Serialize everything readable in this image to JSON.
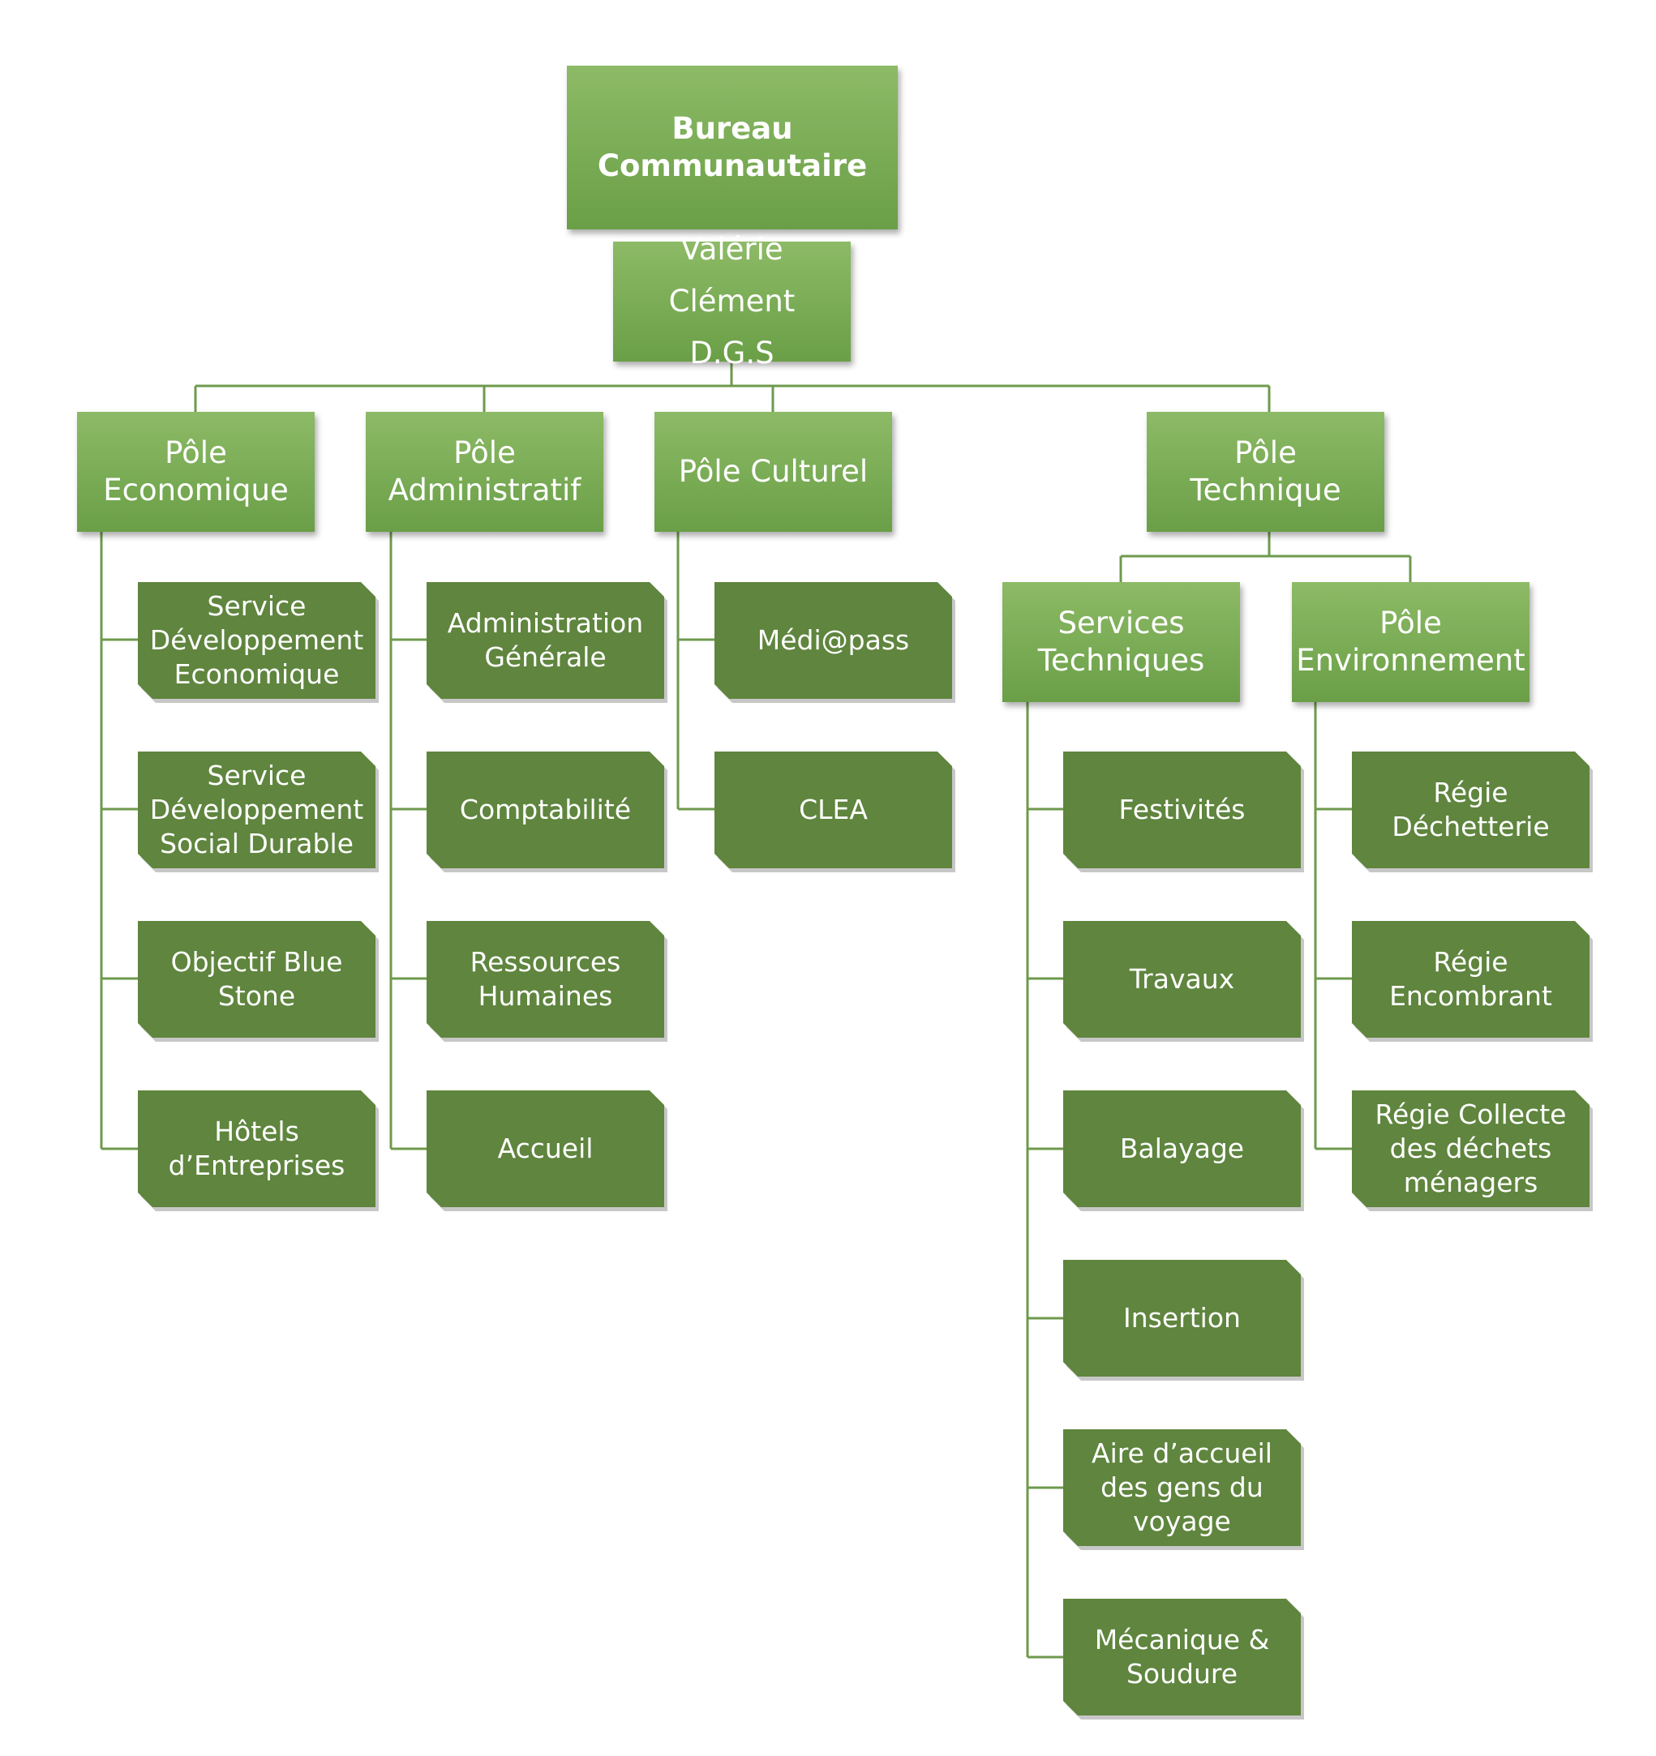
{
  "colors": {
    "light_box_top": "#8dba66",
    "light_box_bottom": "#6a9f47",
    "dark_box": "#5f853e",
    "connector": "#6e9a4c",
    "text": "#ffffff"
  },
  "nodes": {
    "bureau": "Bureau\nCommunautaire",
    "dgs": "Valérie Clément\nD.G.S",
    "pole_economique": "Pôle\nEconomique",
    "pole_administratif": "Pôle\nAdministratif",
    "pole_culturel": "Pôle Culturel",
    "pole_technique": "Pôle Technique",
    "services_techniques": "Services\nTechniques",
    "pole_environnement": "Pôle\nEnvironnement",
    "eco_service_dev_eco": "Service\nDéveloppement\nEconomique",
    "eco_service_dev_social": "Service\nDéveloppement\nSocial Durable",
    "eco_objectif_blue_stone": "Objectif Blue\nStone",
    "eco_hotels": "Hôtels\nd’Entreprises",
    "adm_administration": "Administration\nGénérale",
    "adm_comptabilite": "Comptabilité",
    "adm_ressources": "Ressources\nHumaines",
    "adm_accueil": "Accueil",
    "cult_medipass": "Médi@pass",
    "cult_clea": "CLEA",
    "st_festivites": "Festivités",
    "st_travaux": "Travaux",
    "st_balayage": "Balayage",
    "st_insertion": "Insertion",
    "st_aire": "Aire d’accueil\ndes gens du\nvoyage",
    "st_mecanique": "Mécanique &\nSoudure",
    "env_dechetterie": "Régie\nDéchetterie",
    "env_encombrant": "Régie\nEncombrant",
    "env_collecte": "Régie Collecte\ndes déchets\nménagers"
  }
}
